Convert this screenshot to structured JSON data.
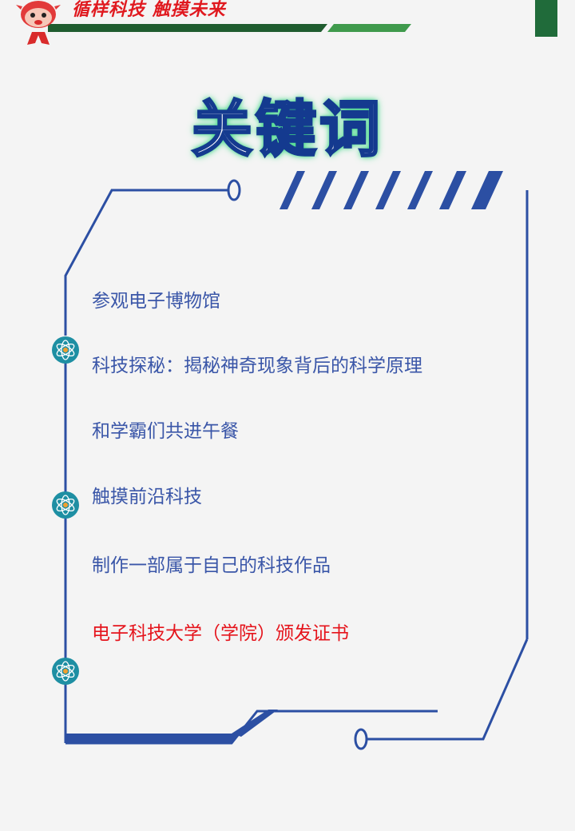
{
  "header": {
    "slogan": "循样科技  触摸未来",
    "mascot_icon": "mascot-icon",
    "colors": {
      "slogan": "#e0191f",
      "bar_dark": "#1f5c2f",
      "bar_light": "#3f9a4c"
    }
  },
  "title": "关键词",
  "keywords": [
    "参观电子博物馆",
    "科技探秘：揭秘神奇现象背后的科学原理",
    "和学霸们共进午餐",
    "触摸前沿科技",
    "制作一部属于自己的科技作品",
    "电子科技大学（学院）颁发证书"
  ],
  "colors": {
    "keyword": "#3a56a8",
    "highlight": "#e5141c",
    "frame": "#2c4fa3"
  },
  "icons": [
    "atom-icon",
    "atom-icon",
    "atom-icon"
  ]
}
